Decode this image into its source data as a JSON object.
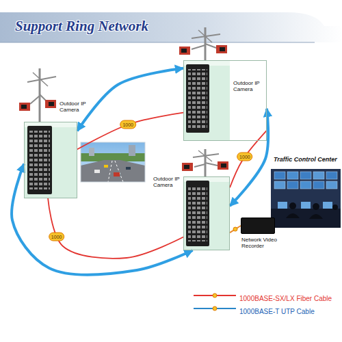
{
  "diagram": {
    "title": "Support Ring Network",
    "nodes": [
      {
        "text": [
          "Outdoor IP Camera"
        ]
      },
      {
        "text": [
          "Outdoor IP Camera"
        ]
      },
      {
        "text": [
          "Outdoor IP Camera"
        ]
      },
      {
        "text": [
          "Traffic Control Center"
        ]
      },
      {
        "text": [
          "Network Video Recorder"
        ]
      }
    ],
    "edges": [
      {
        "from": 0,
        "to": 1,
        "label": "1000",
        "arrow": "none"
      },
      {
        "from": 1,
        "to": 2,
        "label": "1000",
        "arrow": "none"
      },
      {
        "from": 2,
        "to": 0,
        "label": "1000",
        "arrow": "none"
      },
      {
        "from": 0,
        "to": 1,
        "arrow": "both"
      },
      {
        "from": 1,
        "to": 2,
        "arrow": "both"
      },
      {
        "from": 2,
        "to": 0,
        "arrow": "both"
      },
      {
        "from": 2,
        "to": 4,
        "arrow": "none"
      }
    ],
    "legend": [
      {
        "text": "1000BASE-SX/LX Fiber Cable"
      },
      {
        "text": "1000BASE-T UTP Cable"
      }
    ]
  }
}
